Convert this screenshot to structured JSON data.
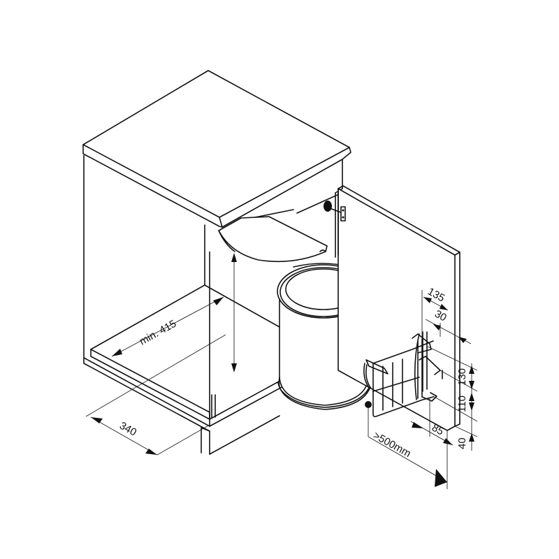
{
  "diagram": {
    "subject": "Under-sink cabinet with swing-out waste bin mounted on door",
    "line_color": "#111111",
    "background": "#ffffff",
    "dimensions": {
      "cabinet_inner_depth": "min. 415",
      "bin_footprint_width": "340",
      "door_offset_total": "135",
      "door_thickness_offset": "30",
      "bracket_height_upper": "130",
      "bracket_height_middle": "110",
      "bracket_height_lower": "40",
      "bracket_depth": "85",
      "cabinet_width_min": ">500mm"
    },
    "components": [
      "countertop",
      "cabinet-body",
      "bin-lid",
      "waste-bin",
      "cabinet-door",
      "door-hinge",
      "mounting-bracket"
    ]
  }
}
